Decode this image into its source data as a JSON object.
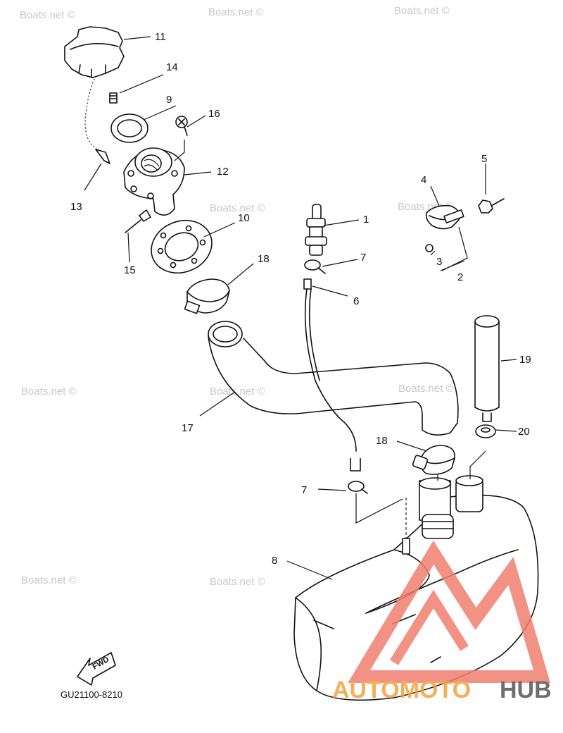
{
  "watermark_text": "Boats.net ©",
  "callouts": {
    "p1": "1",
    "p2": "2",
    "p3": "3",
    "p4": "4",
    "p5": "5",
    "p6": "6",
    "p7a": "7",
    "p7b": "7",
    "p8": "8",
    "p9": "9",
    "p10": "10",
    "p11": "11",
    "p12": "12",
    "p13": "13",
    "p14": "14",
    "p15": "15",
    "p16": "16",
    "p17": "17",
    "p18a": "18",
    "p18b": "18",
    "p19": "19",
    "p20": "20"
  },
  "diagram_code": "GU21100-8210",
  "fwd_label": "FWD",
  "logo": {
    "part1": "AUTOMOTO",
    "part2": "HUB",
    "accent": "#f08070",
    "accent_text": "#f3a23c",
    "dark": "#555555"
  }
}
